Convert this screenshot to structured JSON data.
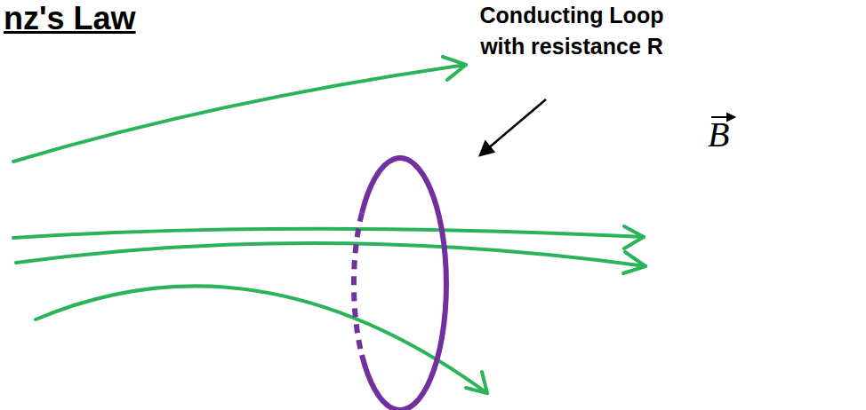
{
  "diagram": {
    "title": "nz's Law",
    "labels": [
      "Conducting Loop with resistance R",
      "B"
    ]
  }
}
